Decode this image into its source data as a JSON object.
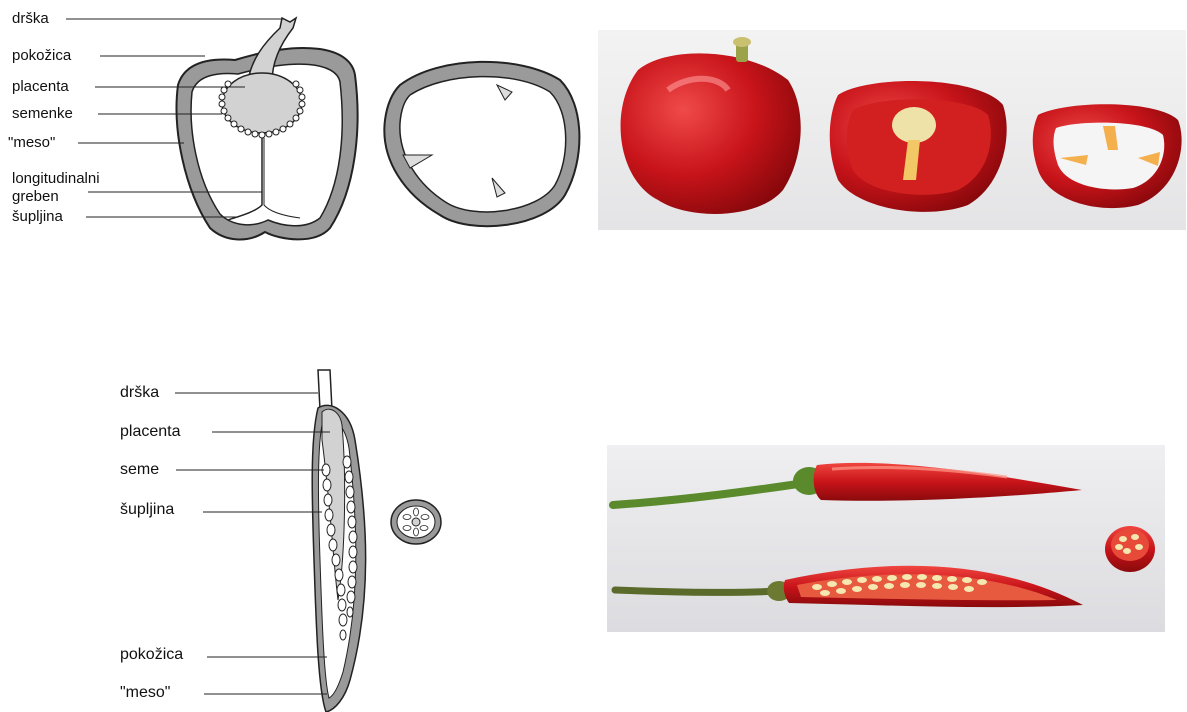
{
  "bell_pepper_diagram": {
    "labels": {
      "stem": "drška",
      "skin": "pokožica",
      "placenta": "placenta",
      "seeds": "semenke",
      "flesh": "\"meso\"",
      "ridge_line1": "longitudinalni",
      "ridge_line2": "greben",
      "cavity": "šupljina"
    }
  },
  "chili_pepper_diagram": {
    "labels": {
      "stem": "drška",
      "placenta": "placenta",
      "seed": "seme",
      "cavity": "šupljina",
      "skin": "pokožica",
      "flesh": "\"meso\""
    }
  },
  "colors": {
    "flesh_gray": "#9a9a9a",
    "placenta_gray": "#d2d2d2",
    "pepper_red": "#c8141a",
    "photo_bg": "#ececee"
  },
  "icons": {
    "bell_photo": "red-bell-pepper-photo",
    "chili_photo": "red-chili-pepper-photo"
  }
}
